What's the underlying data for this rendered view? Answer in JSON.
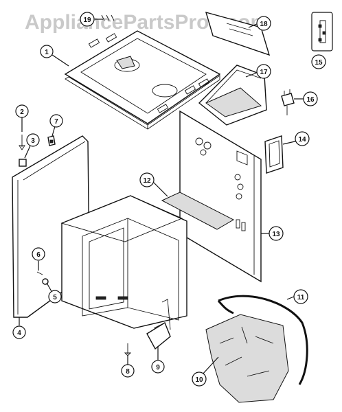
{
  "watermark": "AppliancePartsPros.com",
  "callouts": [
    "1",
    "2",
    "3",
    "4",
    "5",
    "6",
    "7",
    "8",
    "9",
    "10",
    "11",
    "12",
    "13",
    "14",
    "15",
    "16",
    "17",
    "18",
    "19"
  ]
}
